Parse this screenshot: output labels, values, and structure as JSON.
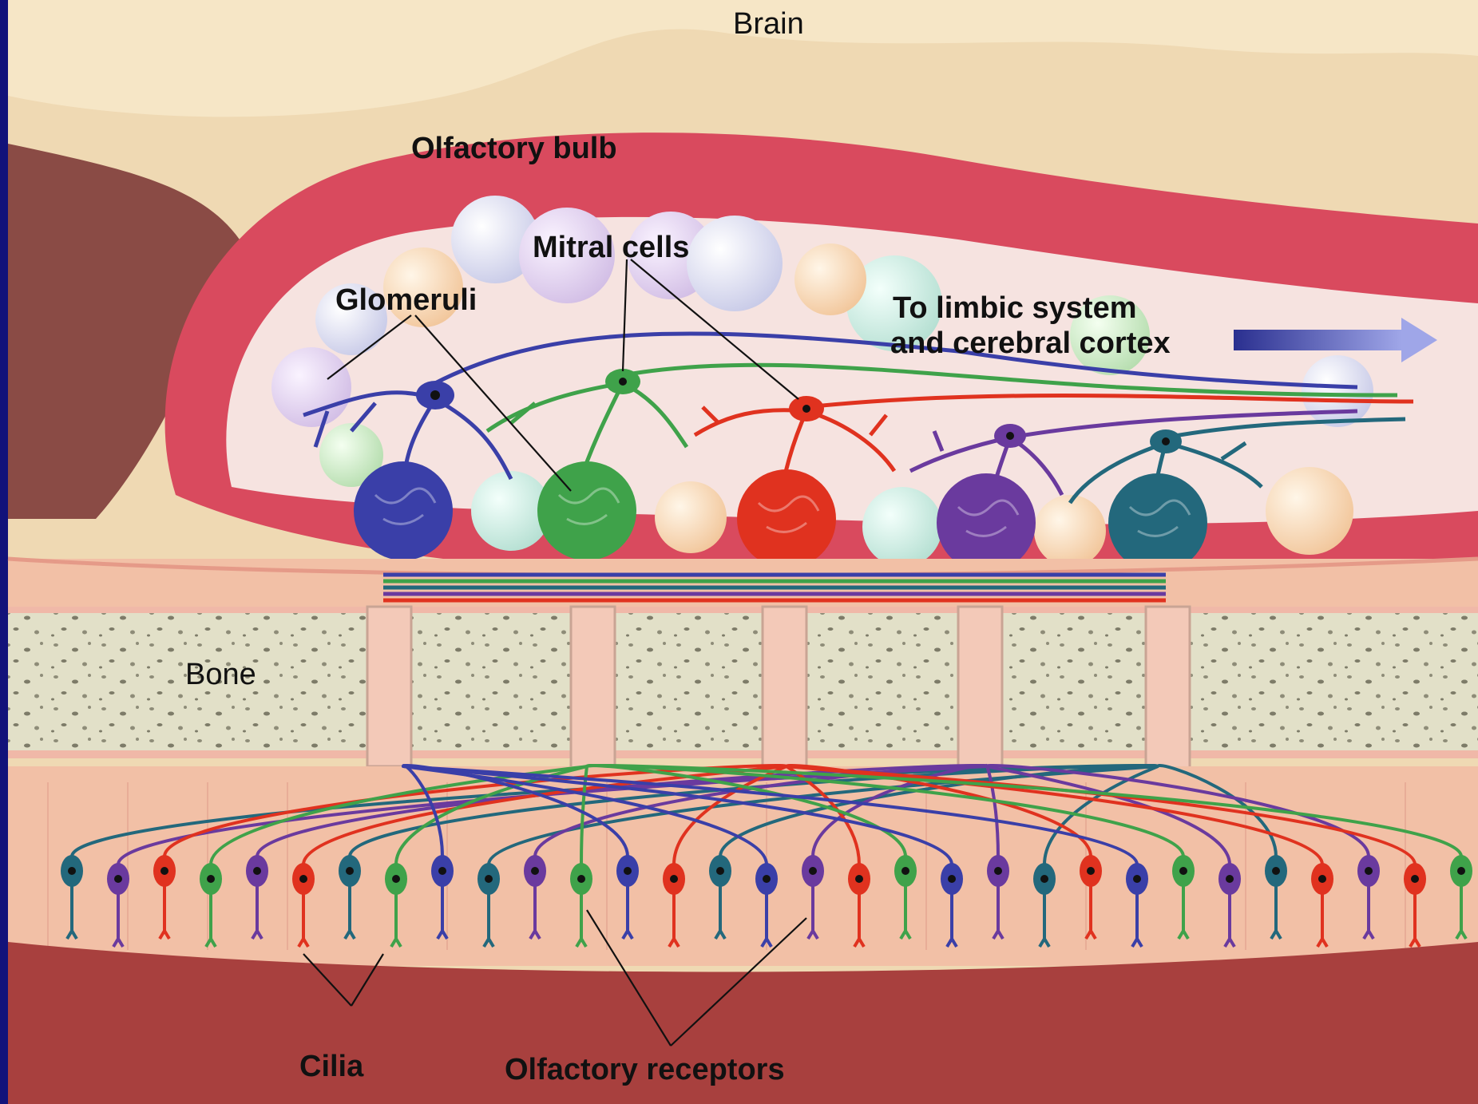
{
  "labels": {
    "brain": "Brain",
    "olfactory_bulb": "Olfactory bulb",
    "mitral_cells": "Mitral cells",
    "glomeruli": "Glomeruli",
    "to_limbic_line1": "To limbic system",
    "to_limbic_line2": "and cerebral cortex",
    "bone": "Bone",
    "cilia": "Cilia",
    "olfactory_receptors": "Olfactory receptors"
  },
  "colors": {
    "blue": "#3a3fa8",
    "green": "#3fa24a",
    "red": "#e0321f",
    "purple": "#6a3a9e",
    "teal": "#23687c",
    "bulb_wall": "#d94a5e",
    "brain": "#efd9b3",
    "tissue": "#f2c0a6",
    "mucosa": "#a8403e",
    "frame": "#12127a"
  },
  "icons": {
    "output_arrow": "arrow-right-icon"
  }
}
